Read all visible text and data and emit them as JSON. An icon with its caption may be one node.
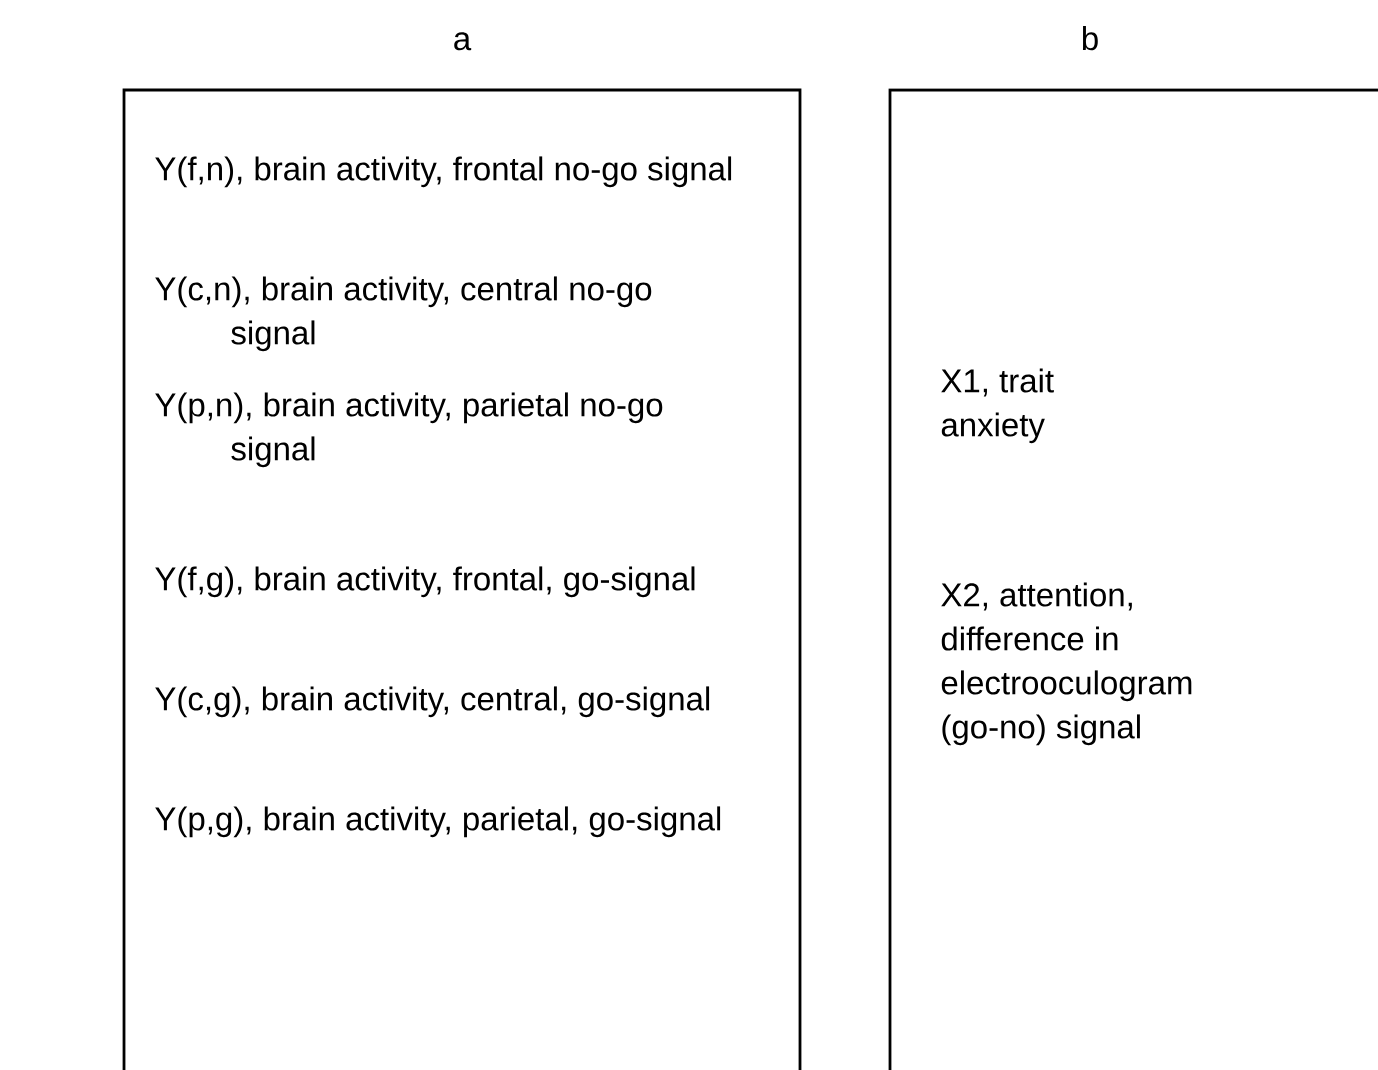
{
  "diagram": {
    "nodes": [
      {
        "text": [
          "a",
          "Y(f,n),  brain activity, frontal no-go signal",
          "Y(c,n),  brain activity, central no-go signal",
          "Y(p,n),  brain activity, parietal no-go signal",
          "Y(f,g),  brain activity, frontal, go-signal",
          "Y(c,g),  brain activity, central, go-signal",
          "Y(p,g),  brain activity, parietal, go-signal"
        ]
      },
      {
        "text": [
          "b",
          "X1,  trait anxiety",
          "X2,  attention, difference in electrooculogram (go-no) signal"
        ]
      }
    ]
  }
}
